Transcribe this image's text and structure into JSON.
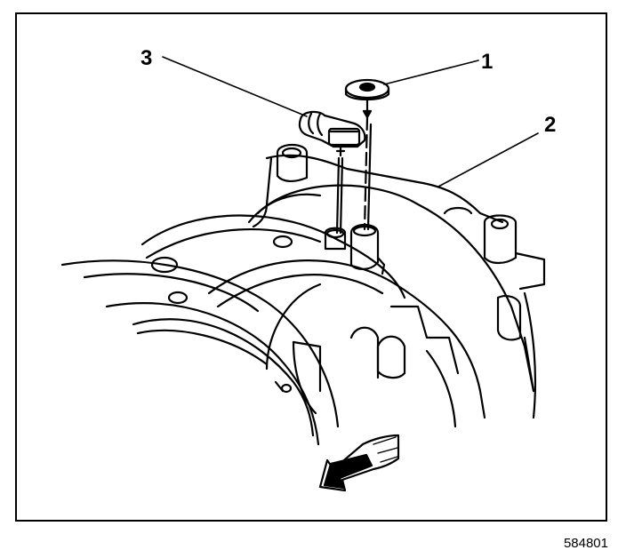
{
  "figure": {
    "id": "584801",
    "callouts": [
      {
        "number": "1",
        "part": "bolt"
      },
      {
        "number": "2",
        "part": "intake-manifold"
      },
      {
        "number": "3",
        "part": "sensor"
      }
    ]
  },
  "colors": {
    "ink": "#000000",
    "paper": "#ffffff"
  }
}
